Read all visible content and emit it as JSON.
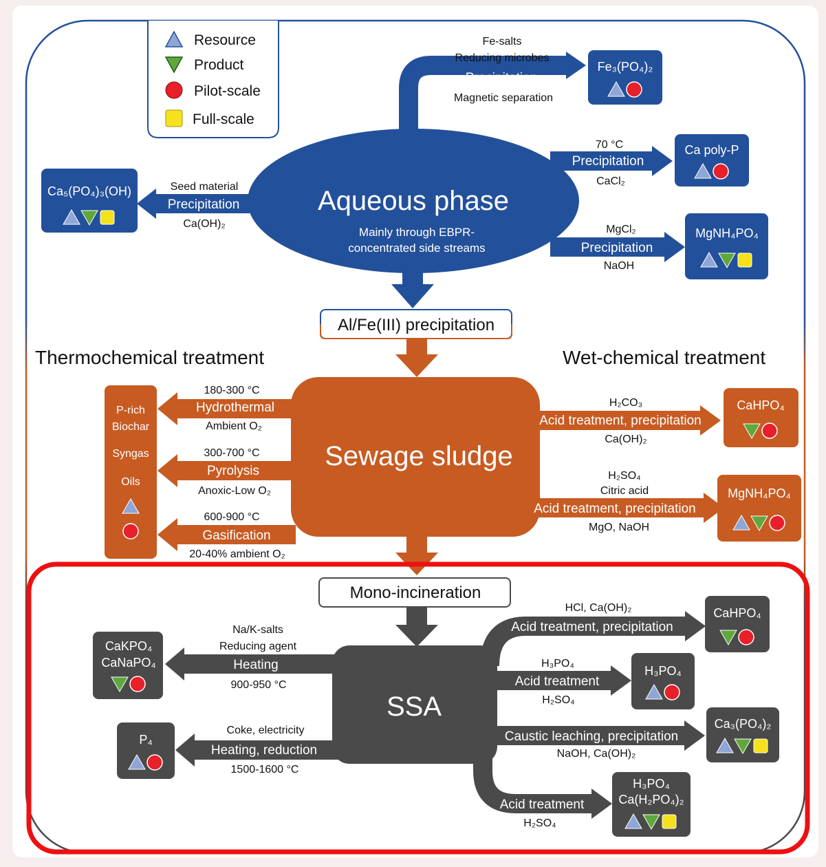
{
  "colors": {
    "blue": "#23509a",
    "orange": "#c75b22",
    "gray": "#4a4a4a",
    "resource": "#8fa6d6",
    "product": "#5fa83b",
    "pilot": "#e8202a",
    "full": "#f5e21c",
    "highlight": "#ee1010"
  },
  "legend": {
    "resource": "Resource",
    "product": "Product",
    "pilot": "Pilot-scale",
    "full": "Full-scale"
  },
  "aqueous": {
    "title": "Aqueous phase",
    "sub1": "Mainly through EBPR-",
    "sub2": "concentrated side streams"
  },
  "al_fe": "Al/Fe(III) precipitation",
  "thermo_heading": "Thermochemical treatment",
  "wet_heading": "Wet-chemical treatment",
  "sludge": "Sewage sludge",
  "mono": "Mono-incineration",
  "ssa": "SSA",
  "routes": {
    "fe": {
      "top1": "Fe-salts",
      "top2": "Reducing microbes",
      "main": "Precipitation",
      "bottom": "Magnetic separation"
    },
    "cap": {
      "top": "70 °C",
      "main": "Precipitation",
      "bottom": "CaCl₂"
    },
    "mg_aq": {
      "top": "MgCl₂",
      "main": "Precipitation",
      "bottom": "NaOH"
    },
    "ca_aq": {
      "top": "Seed material",
      "main": "Precipitation",
      "bottom": "Ca(OH)₂"
    },
    "hydro": {
      "top": "180-300 °C",
      "main": "Hydrothermal",
      "bottom": "Ambient O₂"
    },
    "pyro": {
      "top": "300-700 °C",
      "main": "Pyrolysis",
      "bottom": "Anoxic-Low O₂"
    },
    "gasi": {
      "top": "600-900 °C",
      "main": "Gasification",
      "bottom": "20-40% ambient O₂"
    },
    "wet1": {
      "top": "H₂CO₃",
      "main": "Acid treatment, precipitation",
      "bottom": "Ca(OH)₂"
    },
    "wet2": {
      "top1": "H₂SO₄",
      "top2": "Citric acid",
      "main": "Acid treatment, precipitation",
      "bottom": "MgO, NaOH"
    },
    "heat": {
      "top1": "Na/K-salts",
      "top2": "Reducing agent",
      "main": "Heating",
      "bottom": "900-950 °C"
    },
    "redu": {
      "top": "Coke, electricity",
      "main": "Heating, reduction",
      "bottom": "1500-1600 °C"
    },
    "ssa1": {
      "top": "HCl, Ca(OH)₂",
      "main": "Acid treatment, precipitation"
    },
    "ssa2": {
      "top": "H₃PO₄",
      "main": "Acid treatment",
      "bottom": "H₂SO₄"
    },
    "ssa3": {
      "main": "Caustic leaching, precipitation",
      "bottom": "NaOH, Ca(OH)₂"
    },
    "ssa4": {
      "main": "Acid treatment",
      "bottom": "H₂SO₄"
    }
  },
  "products": {
    "fe3po4": {
      "label": "Fe₃(PO₄)₂",
      "icons": [
        "resource",
        "pilot"
      ]
    },
    "capolyp": {
      "label": "Ca poly-P",
      "icons": [
        "resource",
        "pilot"
      ]
    },
    "mg_aq": {
      "label": "MgNH₄PO₄",
      "icons": [
        "resource",
        "product",
        "full"
      ]
    },
    "ca5": {
      "label": "Ca₅(PO₄)₃(OH)",
      "icons": [
        "resource",
        "product",
        "full"
      ]
    },
    "biochar": {
      "lines": [
        "P-rich",
        "Biochar",
        "Syngas",
        "Oils"
      ],
      "icons": [
        "resource",
        "pilot"
      ]
    },
    "cahpo4_wet": {
      "label": "CaHPO₄",
      "icons": [
        "product",
        "pilot"
      ]
    },
    "mg_wet": {
      "label": "MgNH₄PO₄",
      "icons": [
        "resource",
        "product",
        "pilot"
      ]
    },
    "cakpo4": {
      "lines": [
        "CaKPO₄",
        "CaNaPO₄"
      ],
      "icons": [
        "product",
        "pilot"
      ]
    },
    "p4": {
      "label": "P₄",
      "icons": [
        "resource",
        "pilot"
      ]
    },
    "cahpo4_ssa": {
      "label": "CaHPO₄",
      "icons": [
        "product",
        "pilot"
      ]
    },
    "h3po4": {
      "label": "H₃PO₄",
      "icons": [
        "resource",
        "pilot"
      ]
    },
    "ca3po4": {
      "label": "Ca₃(PO₄)₂",
      "icons": [
        "resource",
        "product",
        "full"
      ]
    },
    "h3po4_cah2po4": {
      "lines": [
        "H₃PO₄",
        "Ca(H₂PO₄)₂"
      ],
      "icons": [
        "resource",
        "product",
        "full"
      ]
    }
  }
}
